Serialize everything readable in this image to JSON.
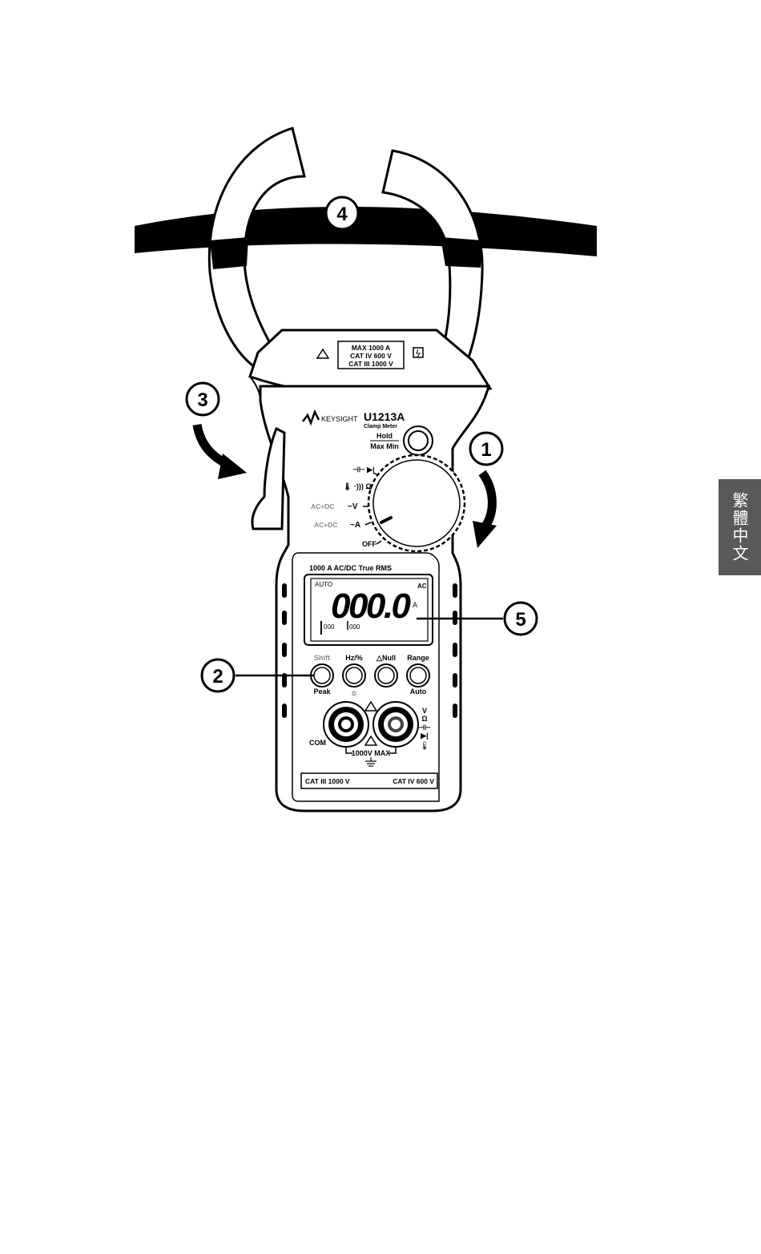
{
  "side_tab": {
    "label": "繁體中文"
  },
  "callouts": {
    "c1": "1",
    "c2": "2",
    "c3": "3",
    "c4": "4",
    "c5": "5"
  },
  "rating_label": {
    "line1": "MAX 1000 A",
    "line2": "CAT IV 600 V",
    "line3": "CAT III 1000 V"
  },
  "brand": {
    "name": "KEYSIGHT",
    "model": "U1213A",
    "subtitle": "Clamp Meter"
  },
  "hold_button": {
    "top": "Hold",
    "bottom": "Max Min"
  },
  "dial_positions": {
    "p1": "⊣⊢ ▶|",
    "p2": "🌡 ·))) Ω",
    "p3_prefix": "AC+DC",
    "p3_suffix": "~V",
    "p4_prefix": "AC+DC",
    "p4_suffix": "~A",
    "p5": "OFF"
  },
  "panel_heading": "1000 A AC/DC True RMS",
  "lcd": {
    "auto": "AUTO",
    "ac": "AC",
    "reading": "000.0",
    "unit": "A",
    "small1": "000",
    "small2": "000"
  },
  "buttons": {
    "b1": {
      "top": "Shift",
      "bottom": "Peak"
    },
    "b2": {
      "top": "Hz/%",
      "bottom": "☼"
    },
    "b3": {
      "top": "△Null",
      "bottom": ""
    },
    "b4": {
      "top": "Range",
      "bottom": "Auto"
    }
  },
  "terminals": {
    "com": "COM",
    "max_label": "1000V MAX",
    "v_symbols": [
      "V",
      "Ω",
      "⊣⊢",
      "▶|",
      "🌡"
    ]
  },
  "footer": {
    "left": "CAT III 1000 V",
    "right": "CAT IV 600 V"
  },
  "colors": {
    "ink": "#000000",
    "paper": "#ffffff",
    "tab": "#595959",
    "grey_text": "#8a8a8a"
  }
}
